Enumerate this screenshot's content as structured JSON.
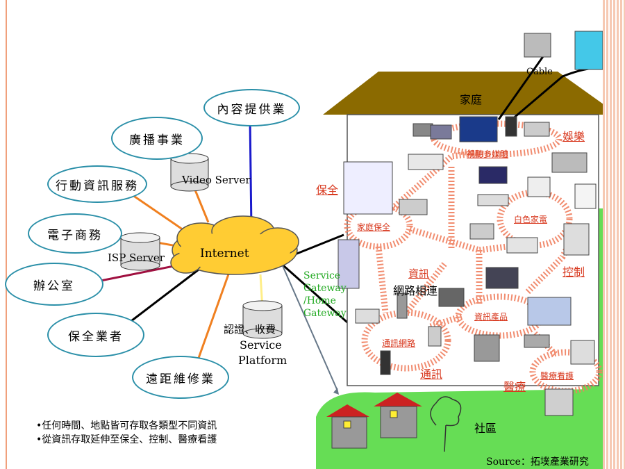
{
  "ovals": {
    "content_provider": "內容提供業",
    "broadcasting": "廣播事業",
    "mobile_info": "行動資訊服務",
    "ecommerce": "電子商務",
    "office": "辦公室",
    "security_industry": "保全業者",
    "remote_repair": "遠距維修業"
  },
  "servers": {
    "video": "Video Server",
    "isp": "ISP Server",
    "cert_line1": "認證、收費",
    "cert_line2": "Service",
    "cert_line3": "Platform"
  },
  "internet": "Internet",
  "gateway": [
    "Service",
    "Gateway",
    "/Home",
    "Gateway"
  ],
  "house": {
    "roof": "家庭",
    "cable": "Cable",
    "entertainment": "娛樂",
    "av_media": "視聽多媒體",
    "security": "保全",
    "home_security": "家庭保全",
    "white_goods": "白色家電",
    "info": "資訊",
    "network_line1": "網路相連",
    "control": "控制",
    "info_products": "資訊產品",
    "comm_network": "通訊網路",
    "comm": "通訊",
    "medical": "醫療",
    "medical_care": "醫療看護"
  },
  "community": "社區",
  "bullets": [
    "•任何時間、地點皆可存取各類型不同資訊",
    "•從資訊存取延伸至保全、控制、醫療看護"
  ],
  "source": "Source：拓墣產業研究",
  "colors": {
    "ring": "#f08060",
    "roof": "#8b6a00",
    "grass": "#66dd55",
    "internet_cloud": "#ffcc33",
    "oval_border": "#2a8fa8",
    "label_red": "#d8391f"
  }
}
